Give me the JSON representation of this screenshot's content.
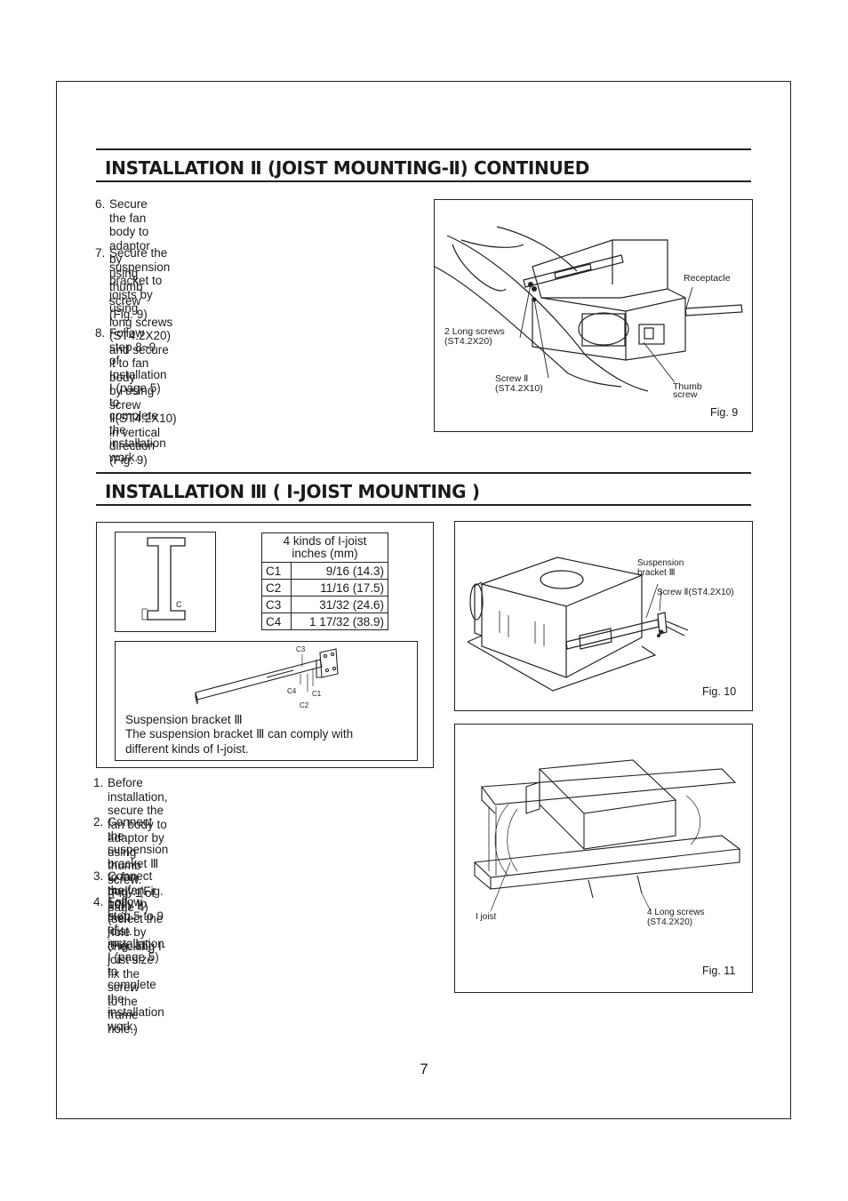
{
  "section1": {
    "title": "INSTALLATION Ⅱ (JOIST MOUNTING-Ⅱ) CONTINUED",
    "steps": [
      {
        "num": "6.",
        "text": "Secure the fan body to adaptor by using thumb\nscrew (Fig. 9)"
      },
      {
        "num": "7.",
        "text": "Secure the suspension bracket to joists by using\nlong screws (ST4.2X20) and secure it to fan body\nby using screw Ⅱ(ST4.2X10) in vertical direction\n(Fig. 9)"
      },
      {
        "num": "8.",
        "text": "Follow step 8~9 of Installation I (page 5) to\ncomplete the installation work."
      }
    ],
    "fig9": {
      "caption": "Fig. 9",
      "labels": {
        "receptacle": "Receptacle",
        "long_screws": "2 Long screws\n(ST4.2X20)",
        "screw2": "Screw Ⅱ\n(ST4.2X10)",
        "thumb_screw": "Thumb\nscrew"
      }
    }
  },
  "section2": {
    "title": "INSTALLATION Ⅲ ( I-JOIST MOUNTING )",
    "ijoist_table": {
      "header": "4 kinds of I-joist\ninches (mm)",
      "rows": [
        {
          "code": "C1",
          "value": "9/16 (14.3)"
        },
        {
          "code": "C2",
          "value": "11/16 (17.5)"
        },
        {
          "code": "C3",
          "value": "31/32 (24.6)"
        },
        {
          "code": "C4",
          "value": "1 17/32 (38.9)"
        }
      ]
    },
    "ijoist_profile_label": "C",
    "bracket_labels": {
      "c1": "C1",
      "c2": "C2",
      "c3": "C3",
      "c4": "C4"
    },
    "bracket_caption": {
      "title": "Suspension bracket Ⅲ",
      "text": "The suspension bracket Ⅲ  can comply with\ndifferent kinds of I-joist."
    },
    "steps": [
      {
        "num": "1.",
        "text": "Before installation, secure the fan body to adaptor by\nusing thumb screw. (Fig. 1 of page 4)"
      },
      {
        "num": "2.",
        "text": "Connect the suspension bracket Ⅲ to fan body. (Fig. 10)\n(select the hole by checking I-joist size fix the screw\nto the frame hole.)"
      },
      {
        "num": "3.",
        "text": "Connect the fan body to the I-joist. (Fig. 11)"
      },
      {
        "num": "4.",
        "text": "Follow step 5 to 9 of installation I (page 5) to complete\nthe installation work."
      }
    ],
    "fig10": {
      "caption": "Fig. 10",
      "labels": {
        "bracket": "Suspension\nbracket Ⅲ",
        "screw": "Screw Ⅱ(ST4.2X10)"
      }
    },
    "fig11": {
      "caption": "Fig. 11",
      "labels": {
        "ijoist": "I joist",
        "long_screws": "4 Long screws\n(ST4.2X20)"
      }
    }
  },
  "page_number": "7"
}
